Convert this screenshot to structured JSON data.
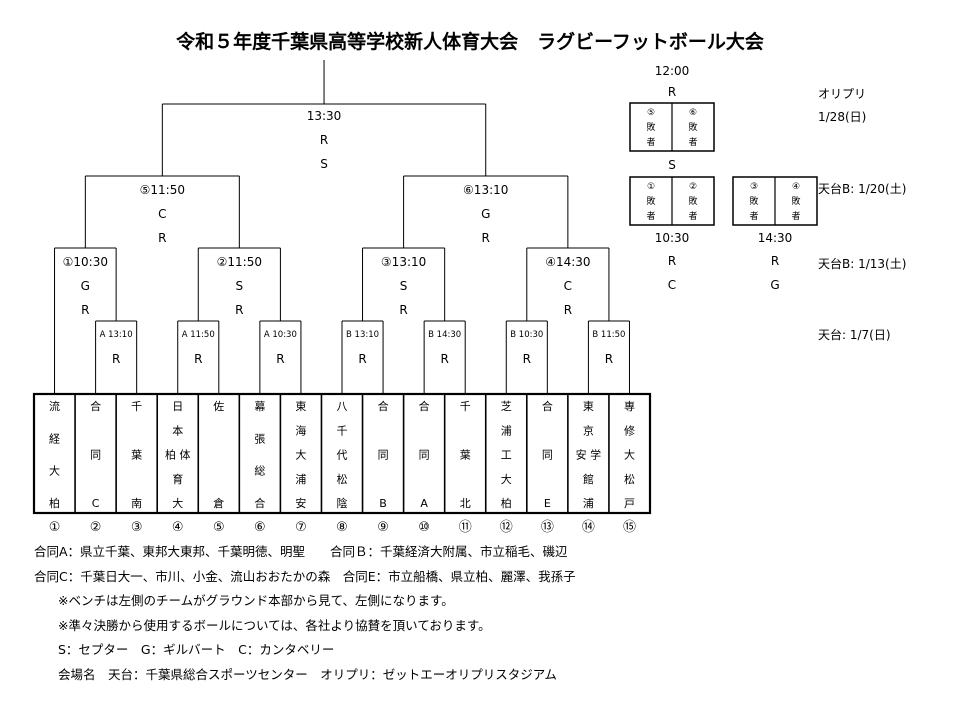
{
  "title": "令和５年度千葉県高等学校新人体育大会　ラグビーフットボール大会",
  "teams": [
    {
      "num": "①",
      "lines": [
        "流",
        "経",
        "大",
        "柏"
      ]
    },
    {
      "num": "②",
      "lines": [
        "合",
        "",
        "同",
        "",
        "C"
      ]
    },
    {
      "num": "③",
      "lines": [
        "千",
        "",
        "葉",
        "",
        "南"
      ]
    },
    {
      "num": "④",
      "lines": [
        "日",
        "本",
        "柏 体",
        "育",
        "大"
      ]
    },
    {
      "num": "⑤",
      "lines": [
        "佐",
        "",
        "",
        "",
        "倉"
      ]
    },
    {
      "num": "⑥",
      "lines": [
        "幕",
        "張",
        "総",
        "合"
      ]
    },
    {
      "num": "⑦",
      "lines": [
        "東",
        "海",
        "大",
        "浦",
        "安"
      ]
    },
    {
      "num": "⑧",
      "lines": [
        "八",
        "千",
        "代",
        "松",
        "陰"
      ]
    },
    {
      "num": "⑨",
      "lines": [
        "合",
        "",
        "同",
        "",
        "B"
      ]
    },
    {
      "num": "⑩",
      "lines": [
        "合",
        "",
        "同",
        "",
        "A"
      ]
    },
    {
      "num": "⑪",
      "lines": [
        "千",
        "",
        "葉",
        "",
        "北"
      ]
    },
    {
      "num": "⑫",
      "lines": [
        "芝",
        "浦",
        "工",
        "大",
        "柏"
      ]
    },
    {
      "num": "⑬",
      "lines": [
        "合",
        "",
        "同",
        "",
        "E"
      ]
    },
    {
      "num": "⑭",
      "lines": [
        "東",
        "京",
        "安 学",
        "館",
        "浦"
      ]
    },
    {
      "num": "⑮",
      "lines": [
        "専",
        "修",
        "大",
        "松",
        "戸"
      ]
    }
  ],
  "round1": [
    {
      "label": "A 13:10",
      "ref": "R"
    },
    {
      "label": "A 11:50",
      "ref": "R"
    },
    {
      "label": "A 10:30",
      "ref": "R"
    },
    {
      "label": "B 13:10",
      "ref": "R"
    },
    {
      "label": "B 14:30",
      "ref": "R"
    },
    {
      "label": "B 10:30",
      "ref": "R"
    },
    {
      "label": "B 11:50",
      "ref": "R"
    }
  ],
  "round2": [
    {
      "label": "①10:30",
      "r1": "G",
      "r2": "R"
    },
    {
      "label": "②11:50",
      "r1": "S",
      "r2": "R"
    },
    {
      "label": "③13:10",
      "r1": "S",
      "r2": "R"
    },
    {
      "label": "④14:30",
      "r1": "C",
      "r2": "R"
    }
  ],
  "semis": [
    {
      "label": "⑤11:50",
      "r1": "C",
      "r2": "R"
    },
    {
      "label": "⑥13:10",
      "r1": "G",
      "r2": "R"
    }
  ],
  "final": {
    "label": "13:30",
    "r1": "R",
    "r2": "S"
  },
  "placement": {
    "final": {
      "time": "12:00",
      "r1": "R",
      "r2": "S",
      "left": [
        "⑤",
        "敗",
        "者"
      ],
      "right": [
        "⑥",
        "敗",
        "者"
      ]
    },
    "semi_a": {
      "time": "10:30",
      "r1": "R",
      "r2": "C",
      "left": [
        "①",
        "敗",
        "者"
      ],
      "right": [
        "②",
        "敗",
        "者"
      ]
    },
    "semi_b": {
      "time": "14:30",
      "r1": "R",
      "r2": "G",
      "left": [
        "③",
        "敗",
        "者"
      ],
      "right": [
        "④",
        "敗",
        "者"
      ]
    }
  },
  "venues": [
    {
      "line1": "オリプリ",
      "line2": "1/28(日)"
    },
    {
      "line1": "天台B: 1/20(土)"
    },
    {
      "line1": "天台B: 1/13(土)"
    },
    {
      "line1": "天台: 1/7(日)"
    }
  ],
  "notes": [
    "合同A：県立千葉、東邦大東邦、千葉明徳、明聖　　合同Ｂ：千葉経済大附属、市立稲毛、磯辺",
    "合同C：千葉日大一、市川、小金、流山おおたかの森　合同E：市立船橋、県立柏、麗澤、我孫子",
    "※ベンチは左側のチームがグラウンド本部から見て、左側になります。",
    "※準々決勝から使用するボールについては、各社より協賛を頂いております。",
    "S：セプター　G：ギルバート　C：カンタベリー",
    "会場名　天台：千葉県総合スポーツセンター　オリプリ：ゼットエーオリプリスタジアム"
  ]
}
